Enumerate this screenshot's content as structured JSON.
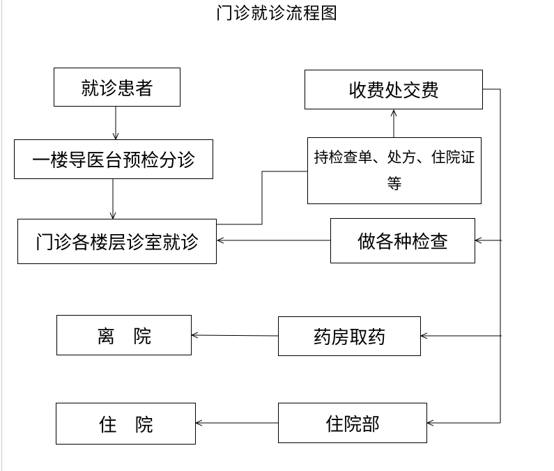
{
  "title": "门诊就诊流程图",
  "nodes": {
    "patient": "就诊患者",
    "triage": "一楼导医台预检分诊",
    "clinic": "门诊各楼层诊室就诊",
    "payment": "收费处交费",
    "documents": "持检查单、处方、住院证等",
    "exams": "做各种检查",
    "discharge": "离　院",
    "pharmacy": "药房取药",
    "hospitalize": "住　院",
    "inpatient_dept": "住院部"
  }
}
